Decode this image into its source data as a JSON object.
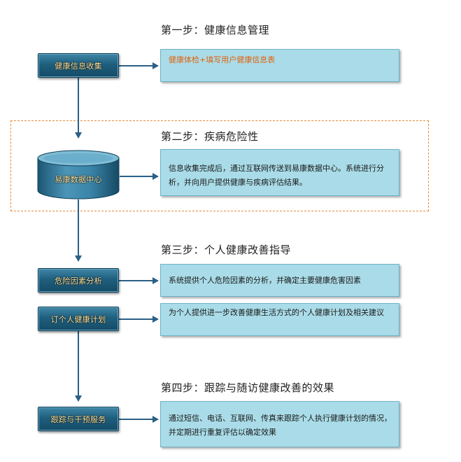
{
  "steps": [
    {
      "title": "第一步：健康信息管理",
      "items": [
        {
          "node": "健康信息收集",
          "panel": "健康体检+填写用户健康信息表"
        }
      ]
    },
    {
      "title": "第二步：疾病危险性",
      "items": [
        {
          "node": "易康数据中心",
          "panel": "信息收集完成后，通过互联网传送到易康数据中心。系统进行分析，并向用户提供健康与疾病评估结果。"
        }
      ]
    },
    {
      "title": "第三步：个人健康改善指导",
      "items": [
        {
          "node": "危险因素分析",
          "panel": "系统提供个人危险因素的分析，并确定主要健康危害因素"
        },
        {
          "node": "订个人健康计划",
          "panel": "为个人提供进一步改善健康生活方式的个人健康计划及相关建议"
        }
      ]
    },
    {
      "title": "第四步：跟踪与随访健康改善的效果",
      "items": [
        {
          "node": "跟踪与干预服务",
          "panel": "通过短信、电话、互联网、传真来跟踪个人执行健康计划的情况，并定期进行重复评估以确定效果"
        }
      ]
    }
  ],
  "colors": {
    "node_text": "#ffe9a6",
    "node_fill": "#1f5f7e",
    "panel_fill": "#a9dce8",
    "panel_highlight_text": "#e2620f",
    "connector": "#2a5f86",
    "dashed_border": "#e58a3c"
  }
}
